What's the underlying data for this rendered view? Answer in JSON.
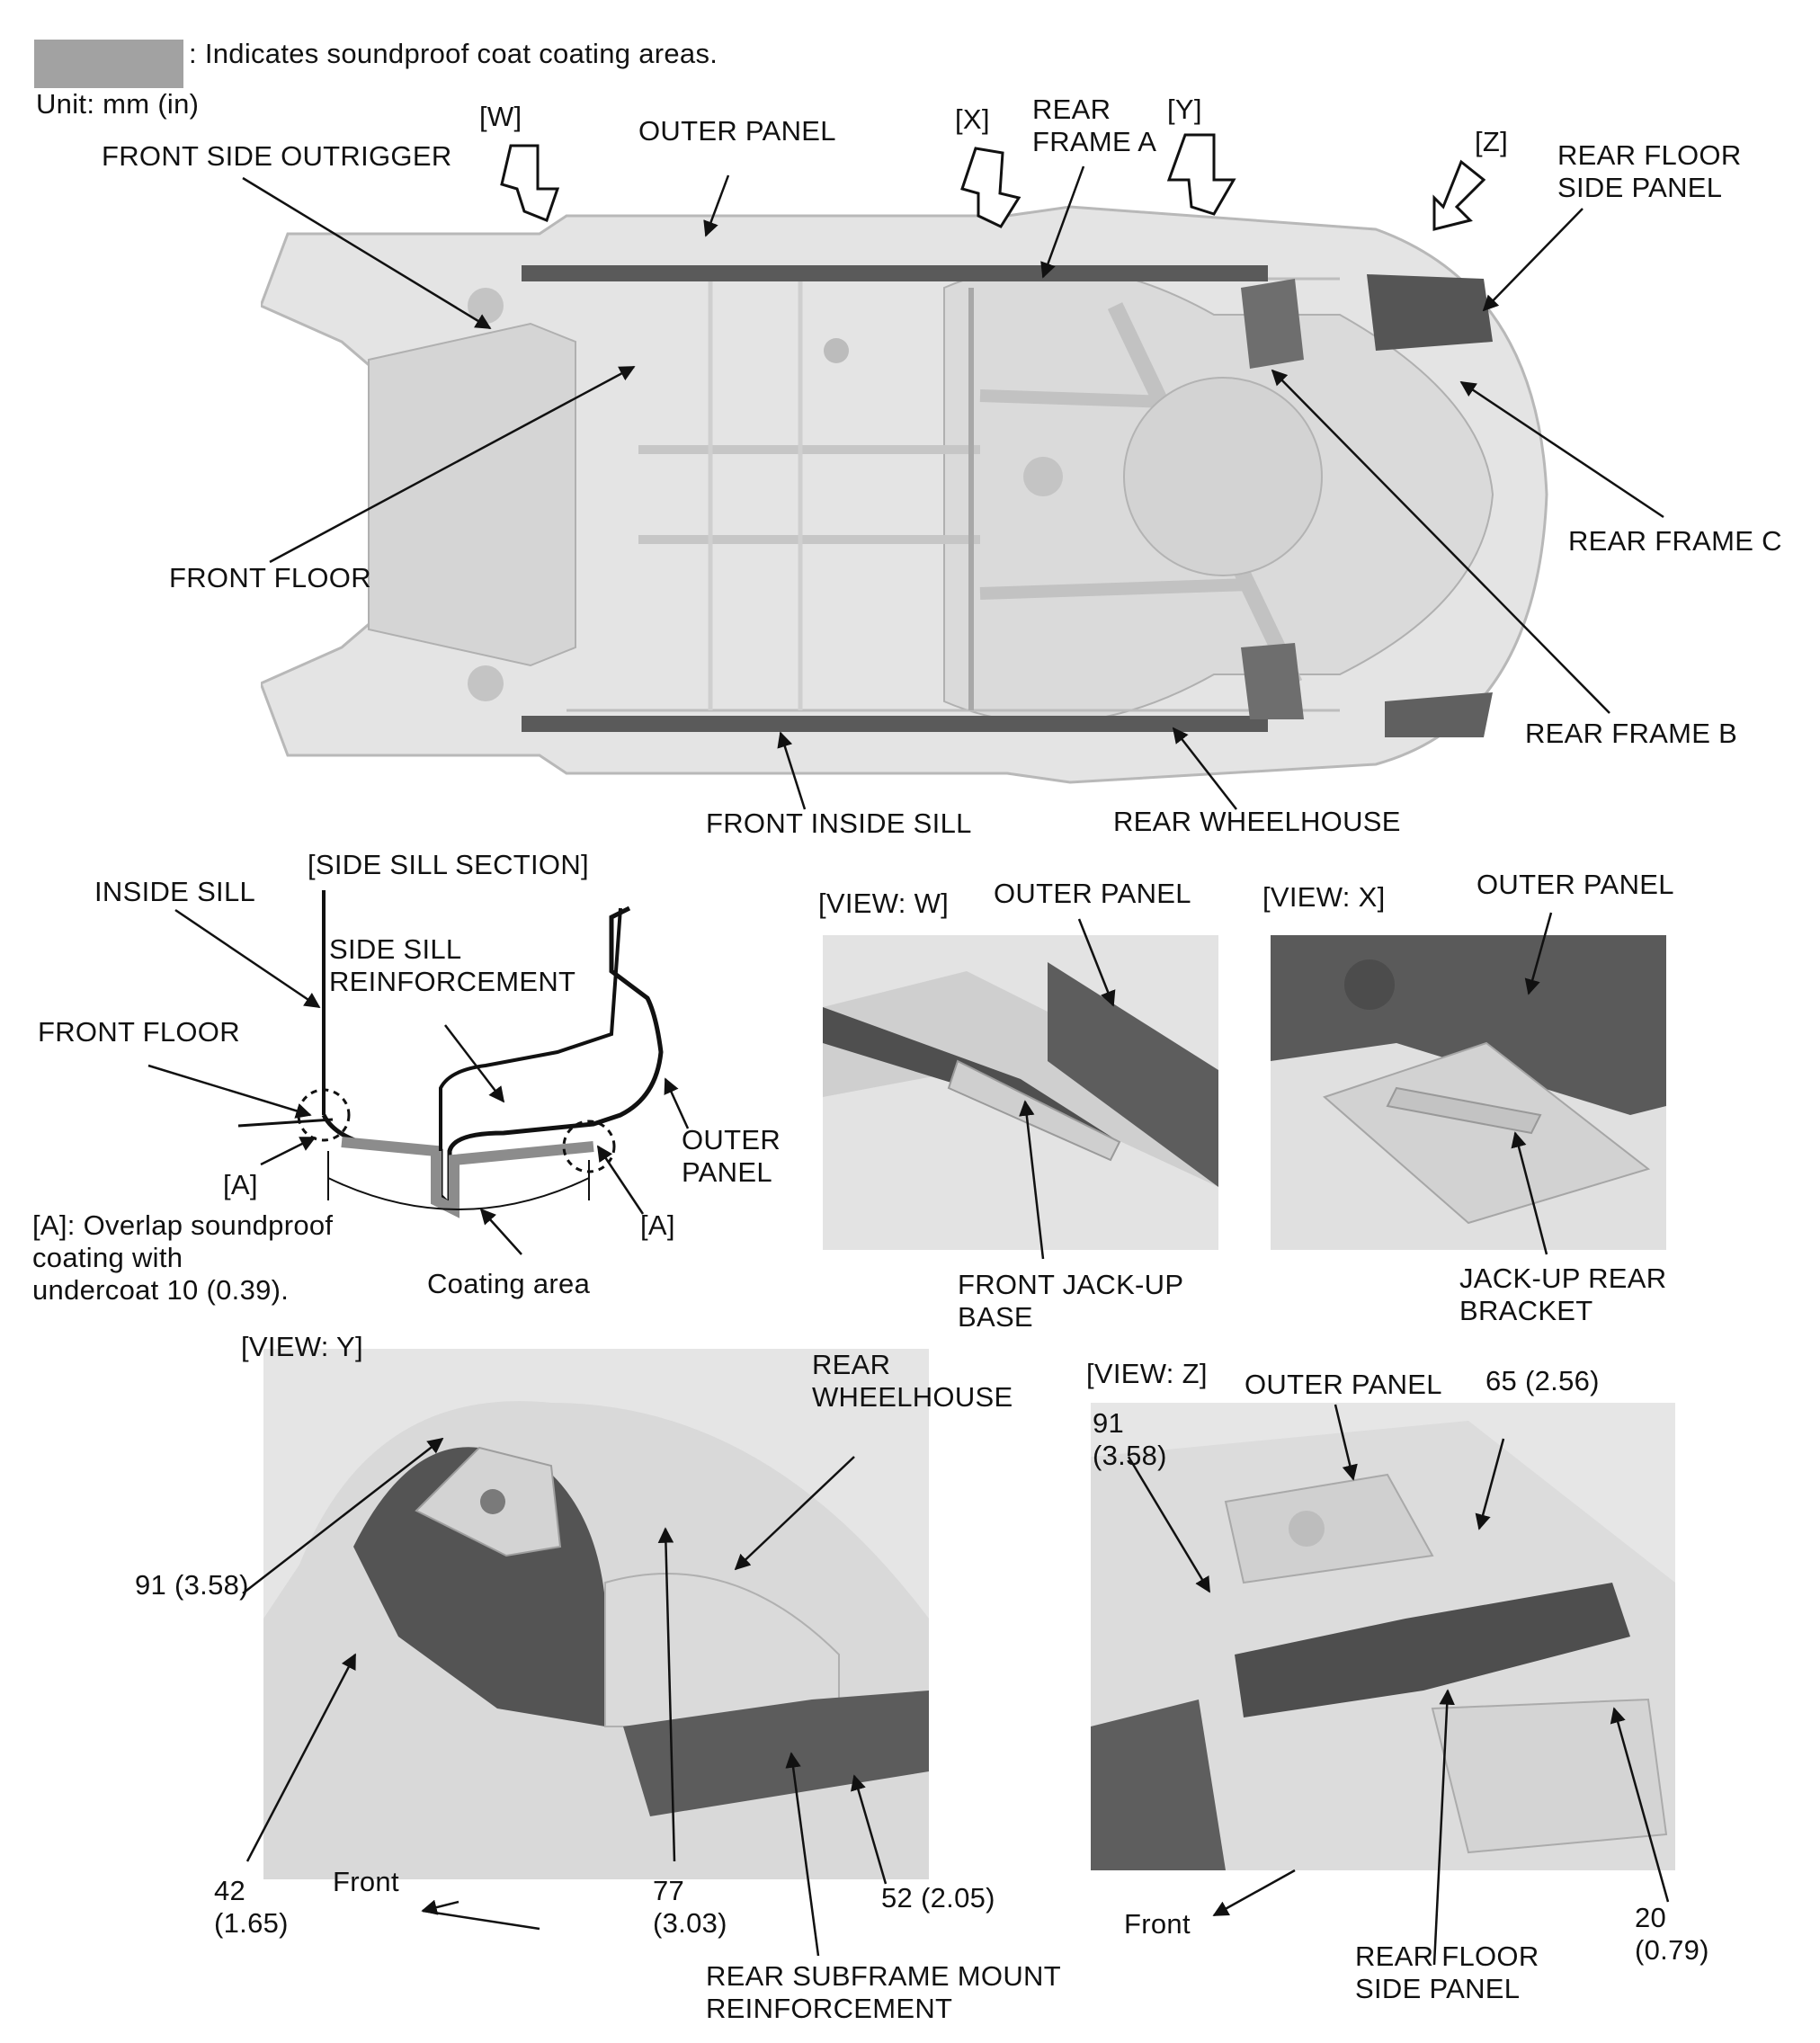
{
  "legend": {
    "text": ": Indicates soundproof coat coating areas.",
    "unit": "Unit: mm (in)",
    "swatch_color": "#a2a2a2"
  },
  "colors": {
    "coating": "#5a5a5a",
    "body": "#e2e2e2",
    "line": "#111111"
  },
  "main_view": {
    "view_w": "[W]",
    "view_x": "[X]",
    "view_y": "[Y]",
    "view_z": "[Z]",
    "outer_panel": "OUTER PANEL",
    "front_side_outrigger": "FRONT SIDE OUTRIGGER",
    "rear_frame_a": "REAR\nFRAME A",
    "rear_floor_side_panel": "REAR FLOOR\nSIDE PANEL",
    "front_floor": "FRONT FLOOR",
    "rear_frame_c": "REAR FRAME C",
    "rear_frame_b": "REAR FRAME B",
    "front_inside_sill": "FRONT INSIDE SILL",
    "rear_wheelhouse": "REAR WHEELHOUSE"
  },
  "side_sill": {
    "title": "[SIDE SILL SECTION]",
    "inside_sill": "INSIDE SILL",
    "reinforcement": "SIDE SILL\nREINFORCEMENT",
    "front_floor": "FRONT FLOOR",
    "outer_panel": "OUTER\nPANEL",
    "a_left": "[A]",
    "a_right": "[A]",
    "note": "[A]: Overlap soundproof\n       coating with\n       undercoat 10 (0.39).",
    "coating_area": "Coating area"
  },
  "view_w": {
    "title": "[VIEW: W]",
    "outer_panel": "OUTER PANEL",
    "part": "FRONT JACK-UP\nBASE"
  },
  "view_x": {
    "title": "[VIEW: X]",
    "outer_panel": "OUTER PANEL",
    "part": "JACK-UP REAR\nBRACKET"
  },
  "view_y": {
    "title": "[VIEW: Y]",
    "rear_wheelhouse": "REAR\nWHEELHOUSE",
    "dim_91": "91 (3.58)",
    "dim_42": "42\n(1.65)",
    "front": "Front",
    "dim_77": "77\n(3.03)",
    "dim_52": "52 (2.05)",
    "subframe": "REAR SUBFRAME MOUNT\nREINFORCEMENT"
  },
  "view_z": {
    "title": "[VIEW: Z]",
    "outer_panel": "OUTER PANEL",
    "dim_65": "65 (2.56)",
    "dim_91": "91\n(3.58)",
    "front": "Front",
    "rear_floor_side_panel": "REAR FLOOR\nSIDE PANEL",
    "dim_20": "20\n(0.79)"
  }
}
